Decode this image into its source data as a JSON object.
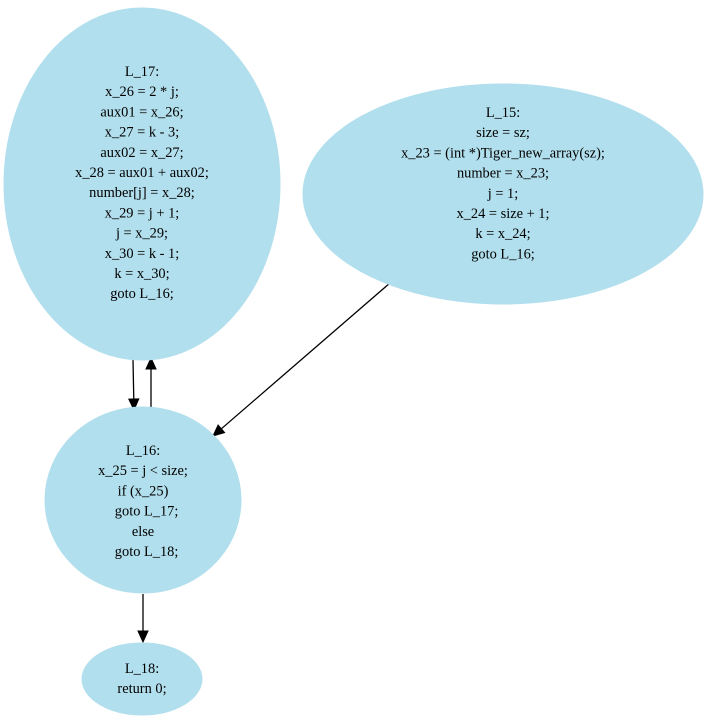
{
  "graph": {
    "node_fill": "#b2dfed",
    "edge_color": "#000000",
    "nodes": [
      {
        "id": "L_17",
        "label_lines": [
          "L_17:",
          "x_26 = 2 * j;",
          "aux01 = x_26;",
          "x_27 = k - 3;",
          "aux02 = x_27;",
          "x_28 = aux01 + aux02;",
          "number[j] = x_28;",
          "x_29 = j + 1;",
          "j = x_29;",
          "x_30 = k - 1;",
          "k = x_30;",
          "goto L_16;"
        ]
      },
      {
        "id": "L_15",
        "label_lines": [
          "L_15:",
          "size = sz;",
          "x_23 = (int *)Tiger_new_array(sz);",
          "number = x_23;",
          "j = 1;",
          "x_24 = size + 1;",
          "k = x_24;",
          "goto L_16;"
        ]
      },
      {
        "id": "L_16",
        "label_lines": [
          "L_16:",
          "x_25 = j < size;",
          "if (x_25)",
          "  goto L_17;",
          "else",
          "  goto L_18;"
        ]
      },
      {
        "id": "L_18",
        "label_lines": [
          "L_18:",
          "return 0;"
        ]
      }
    ],
    "edges": [
      {
        "from": "L_17",
        "to": "L_16"
      },
      {
        "from": "L_16",
        "to": "L_17"
      },
      {
        "from": "L_15",
        "to": "L_16"
      },
      {
        "from": "L_16",
        "to": "L_18"
      }
    ]
  }
}
